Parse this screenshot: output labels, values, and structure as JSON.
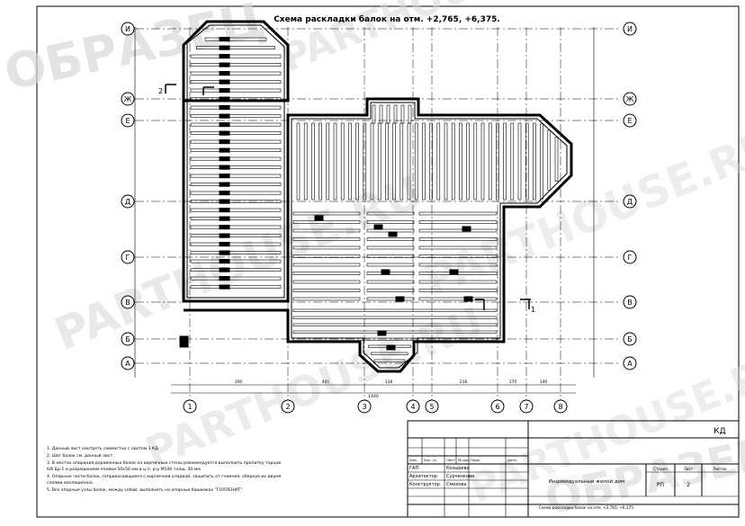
{
  "drawing": {
    "title": "Схема раскладки балок на отм. +2,765, +6,375.",
    "axes_letters": [
      "И",
      "Ж",
      "Е",
      "Д",
      "Г",
      "В",
      "Б",
      "А"
    ],
    "axes_numbers": [
      "1",
      "2",
      "3",
      "4",
      "5",
      "6",
      "7",
      "8"
    ],
    "section_marks": {
      "left": "2",
      "right": "1"
    },
    "dims_bottom": [
      "300",
      "441",
      "318",
      "216",
      "170",
      "140"
    ],
    "overall_dim": "1440"
  },
  "notes": [
    "1. Данный лист смотреть совместно с листом 1 КД",
    "2. Шаг балок см. данный лист.",
    "3. В местах опирания деревянных балок на кирпичные стены рекомендуется выполнить пропитку торцов",
    "    б/б Бр-1 и разрешением  ячейки 50х50 мм и ц.п. р-р М100 толщ. 30 мм.",
    "4. Опорные части балок, соприкасающиеся с кирпичной кладкой, защитить от гниения, обернув их двумя",
    "    слоями изоляционно.",
    "5. Все опорные узлы балок, между собой,  выполнить на опорных башмаках \"ГОЛЛЕНИТ\"."
  ],
  "title_block": {
    "code": "КД",
    "header_cols": [
      "Изм.",
      "Кол. уч",
      "Лист",
      "№ док.",
      "Подп.",
      "Дата"
    ],
    "roles": [
      {
        "role": "ГАП",
        "name": "Козырева"
      },
      {
        "role": "Архитектор",
        "name": "Сурченкова"
      },
      {
        "role": "Конструктор",
        "name": "Смехова"
      }
    ],
    "project": "Индивидуальный жилой дом",
    "stage_header": "Стадия",
    "sheet_header": "Лист",
    "sheets_header": "Листов",
    "stage": "РП",
    "sheet": "2",
    "sheets": "",
    "sheet_title": "Схема раскладки балок на отм. +2,765, +6,375."
  },
  "watermark": {
    "texts": [
      "ОБРАЗЕЦ",
      "PARTHOUSE.RU"
    ]
  }
}
